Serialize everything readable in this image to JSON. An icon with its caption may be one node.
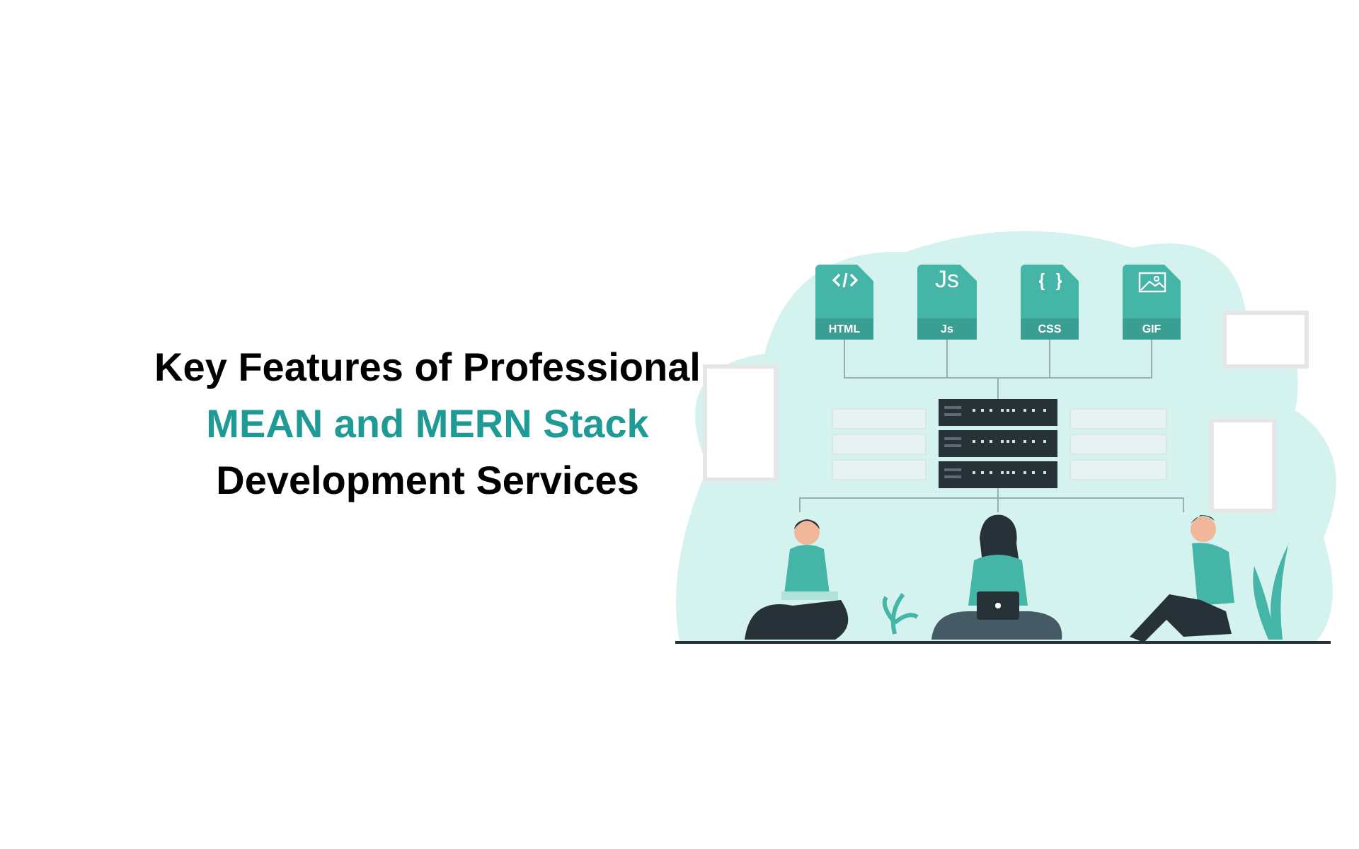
{
  "diagram": {
    "title": "Key Features of Professional *MEAN and MERN Stack* Development Services",
    "nodes": [
      {
        "text": [
          "HTML"
        ]
      },
      {
        "text": [
          "Js",
          "Js"
        ]
      },
      {
        "text": [
          "CSS"
        ]
      },
      {
        "text": [
          "GIF"
        ]
      },
      {
        "text": [],
        "shape": "picture"
      },
      {
        "text": [],
        "shape": "person"
      },
      {
        "text": [],
        "shape": "person"
      },
      {
        "text": [],
        "shape": "person"
      }
    ],
    "edges": [
      {
        "from": 0,
        "to": 4,
        "arrow": "none"
      },
      {
        "from": 1,
        "to": 4,
        "arrow": "none"
      },
      {
        "from": 2,
        "to": 4,
        "arrow": "none"
      },
      {
        "from": 3,
        "to": 4,
        "arrow": "none"
      },
      {
        "from": 4,
        "to": 5,
        "arrow": "none"
      },
      {
        "from": 4,
        "to": 6,
        "arrow": "none"
      },
      {
        "from": 4,
        "to": 7,
        "arrow": "none"
      }
    ]
  }
}
